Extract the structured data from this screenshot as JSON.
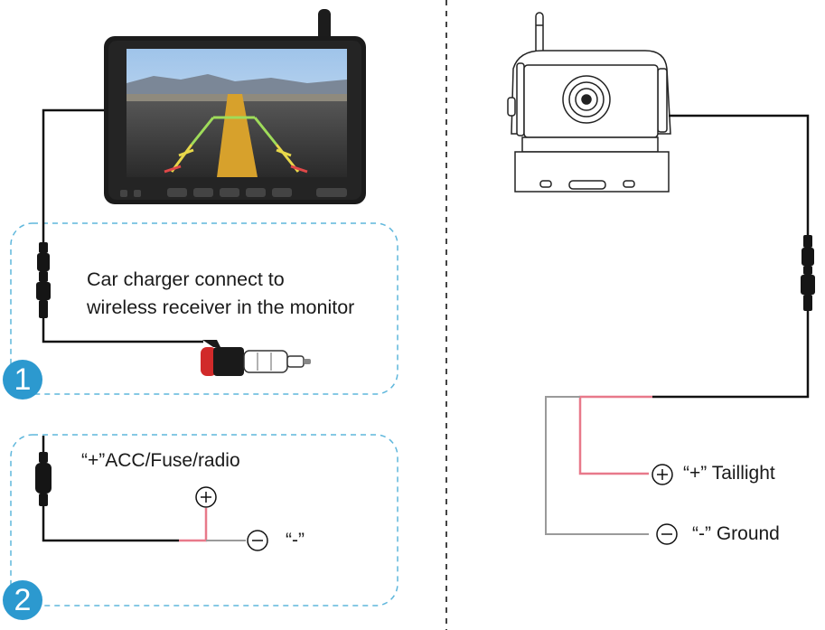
{
  "section1": {
    "step_number": "1",
    "caption_line1": "Car charger connect to",
    "caption_line2": "wireless receiver in the monitor"
  },
  "section2": {
    "step_number": "2",
    "plus_label": "“+”ACC/Fuse/radio",
    "minus_label": "“-”"
  },
  "camera_wiring": {
    "plus_label": "“+” Taillight",
    "minus_label": "“-” Ground"
  },
  "colors": {
    "step_badge": "#2c99cf",
    "dashed_border": "#5fb7dc",
    "black_wire": "#111111",
    "red_wire": "#e8798a",
    "ground_wire": "#9a9a9a"
  }
}
